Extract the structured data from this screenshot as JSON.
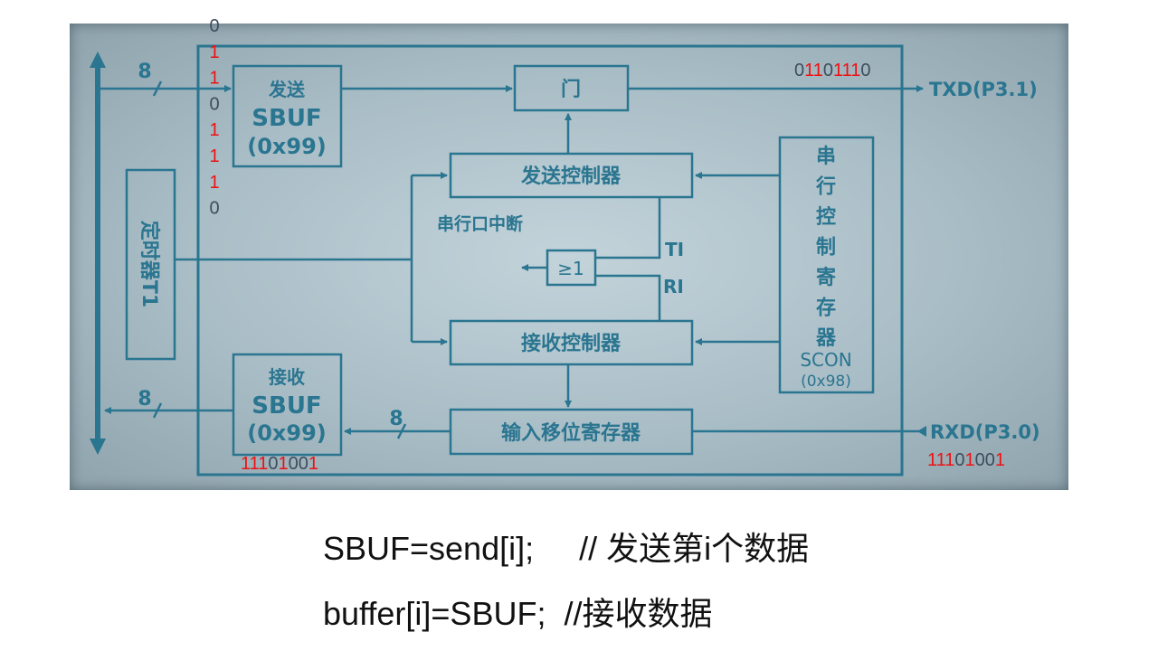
{
  "colors": {
    "line": "#2a7590",
    "bit_one": "#ee1111",
    "bit_zero": "#3d4d5c"
  },
  "blocks": {
    "send_sbuf": {
      "line1": "发送",
      "line2": "SBUF",
      "line3": "(0x99)"
    },
    "gate": {
      "label": "门"
    },
    "send_controller": {
      "label": "发送控制器"
    },
    "serial_interrupt": {
      "label": "串行口中断"
    },
    "or_gate": {
      "label": "≥1"
    },
    "ti": {
      "label": "TI"
    },
    "ri": {
      "label": "RI"
    },
    "recv_controller": {
      "label": "接收控制器"
    },
    "timer": {
      "label": "定时器T1"
    },
    "scon": {
      "chars": [
        "串",
        "行",
        "控",
        "制",
        "寄",
        "存",
        "器"
      ],
      "name": "SCON",
      "addr": "(0x98)"
    },
    "recv_sbuf": {
      "line1": "接收",
      "line2": "SBUF",
      "line3": "(0x99)"
    },
    "shift_register": {
      "label": "输入移位寄存器"
    },
    "txd": {
      "label": "TXD(P3.1)"
    },
    "rxd": {
      "label": "RXD(P3.0)"
    },
    "bus_width_in": "8",
    "bus_width_out": "8",
    "bus_width_shift": "8"
  },
  "bitstreams": {
    "vertical_send": [
      "0",
      "1",
      "1",
      "0",
      "1",
      "1",
      "1",
      "0"
    ],
    "txd_out": [
      "0",
      "1",
      "1",
      "0",
      "1",
      "1",
      "1",
      "0"
    ],
    "recv_sbuf": [
      "1",
      "1",
      "1",
      "0",
      "1",
      "0",
      "0",
      "1"
    ],
    "rxd_in": [
      "1",
      "1",
      "1",
      "0",
      "1",
      "0",
      "0",
      "1"
    ]
  },
  "code": {
    "line1": {
      "stmt": "SBUF=send[i];",
      "comment": "// 发送第i个数据"
    },
    "line2": {
      "stmt": "buffer[i]=SBUF;",
      "comment": "//接收数据"
    }
  }
}
